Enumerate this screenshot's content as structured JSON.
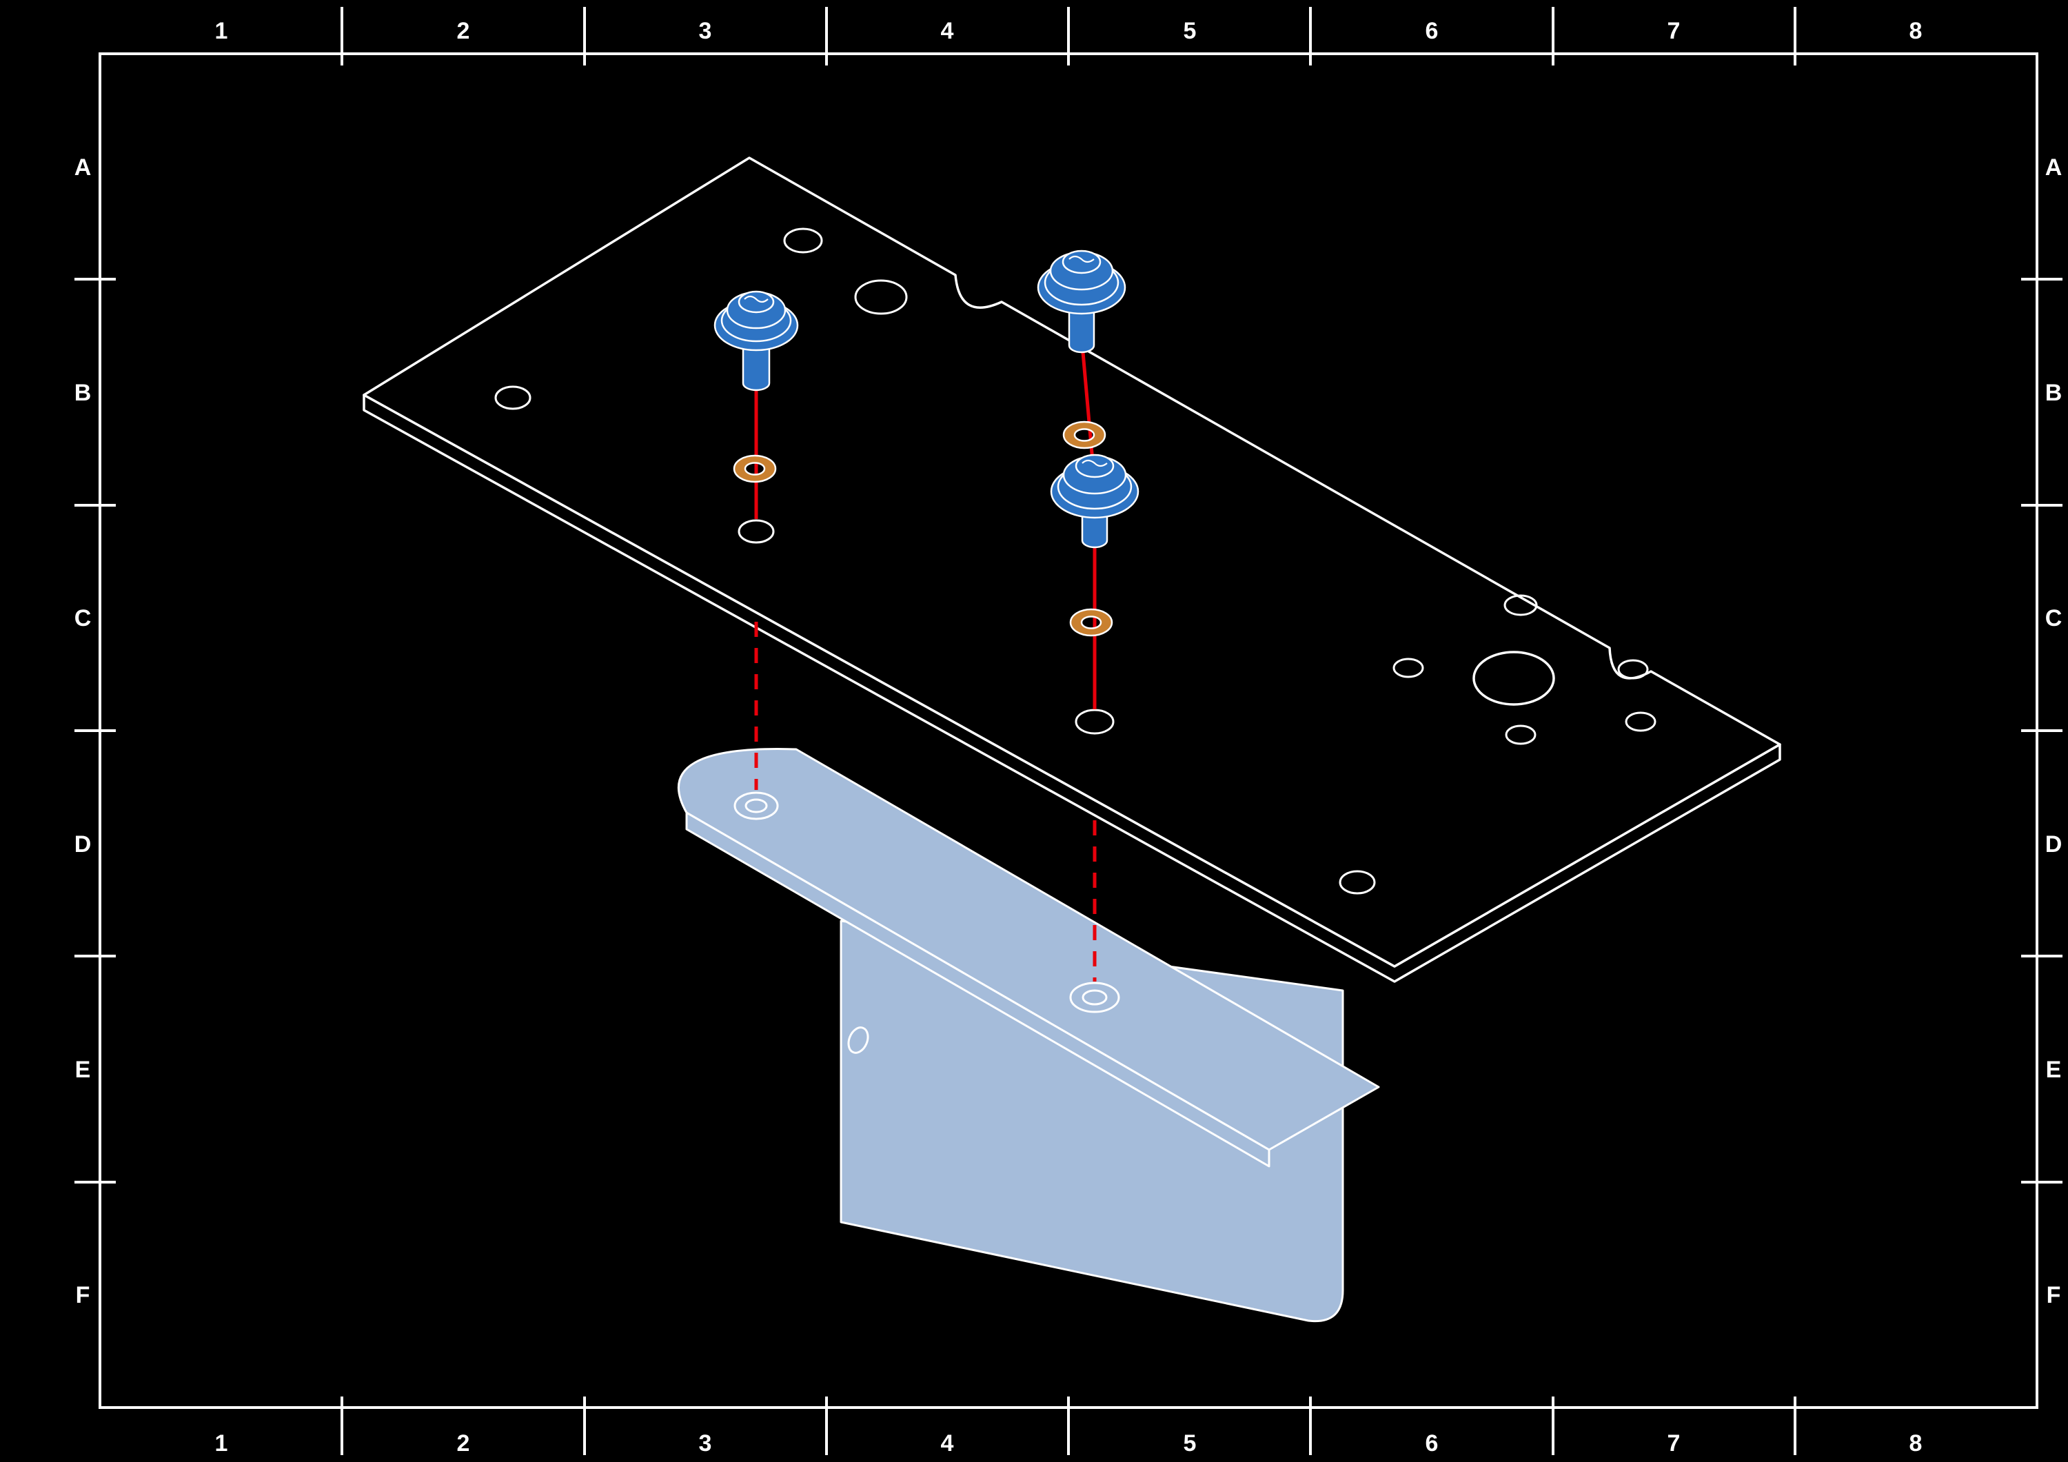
{
  "frame": {
    "columns": [
      "1",
      "2",
      "3",
      "4",
      "5",
      "6",
      "7",
      "8"
    ],
    "rows": [
      "A",
      "B",
      "C",
      "D",
      "E",
      "F"
    ]
  },
  "colors": {
    "background": "#000000",
    "outline": "#ffffff",
    "fastener_blue": "#2e74c4",
    "washer_orange": "#c9802f",
    "assembly_line_red": "#e8000b",
    "bracket_fill": "#a5bcda"
  },
  "parts": {
    "plate": "mounting-plate",
    "bracket": "angle-bracket",
    "fastener": "flanged-screw",
    "washer": "washer",
    "line": "assembly-alignment-line"
  }
}
